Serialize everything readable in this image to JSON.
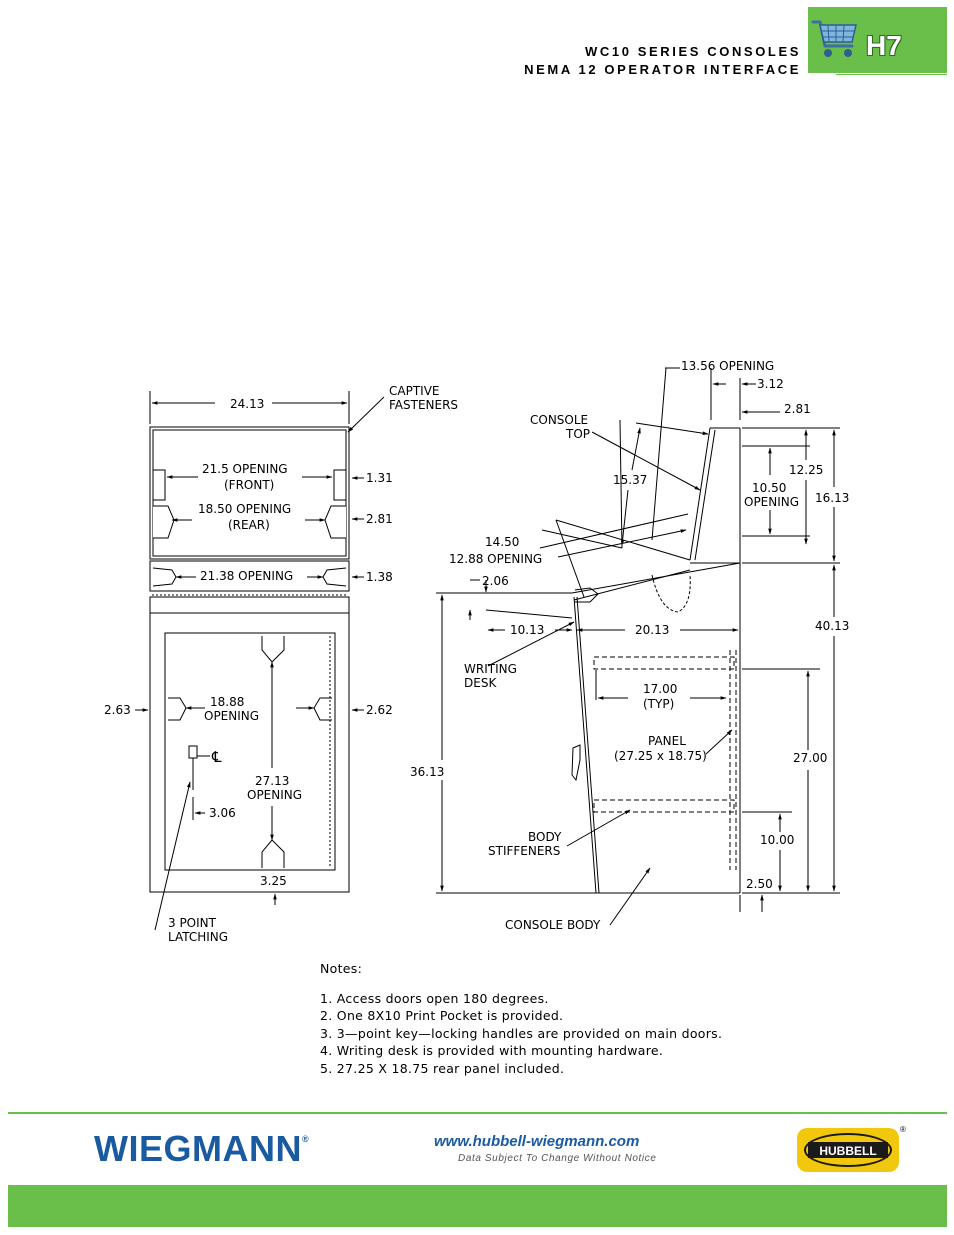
{
  "header": {
    "title_line1": "WC10 SERIES CONSOLES",
    "title_line2": "NEMA 12 OPERATOR INTERFACE",
    "page_badge": "H7",
    "badge_icon": "shopping-cart-icon",
    "badge_color": "#6abf4b"
  },
  "drawing": {
    "front": {
      "width_dim": "24.13",
      "captive_1": "CAPTIVE",
      "captive_2": "FASTENERS",
      "open_front_1": "21.5  OPENING",
      "open_front_2": "(FRONT)",
      "dim_131": "1.31",
      "open_rear_1": "18.50  OPENING",
      "open_rear_2": "(REAR)",
      "dim_281": "2.81",
      "open_2138": "21.38  OPENING",
      "dim_138": "1.38",
      "open_1888_1": "18.88",
      "open_1888_2": "OPENING",
      "dim_263": "2.63",
      "dim_262": "2.62",
      "centerline": "℄",
      "open_2713_1": "27.13",
      "open_2713_2": "OPENING",
      "dim_306": "3.06",
      "dim_325": "3.25",
      "latch_1": "3  POINT",
      "latch_2": "LATCHING"
    },
    "side": {
      "open_1356": "13.56  OPENING",
      "dim_312": "3.12",
      "dim_281": "2.81",
      "console_top_1": "CONSOLE",
      "console_top_2": "TOP",
      "dim_1225": "12.25",
      "open_1050_1": "10.50",
      "open_1050_2": "OPENING",
      "dim_1613": "16.13",
      "dim_1537": "15.37",
      "dim_1450": "14.50",
      "open_1288": "12.88  OPENING",
      "dim_206": "2.06",
      "dim_4013": "40.13",
      "dim_1013": "10.13",
      "dim_2013": "20.13",
      "desk_1": "WRITING",
      "desk_2": "DESK",
      "dim_1700_1": "17.00",
      "dim_1700_2": "(TYP)",
      "panel_1": "PANEL",
      "panel_2": "(27.25 x 18.75)",
      "dim_3613": "36.13",
      "dim_2700": "27.00",
      "stiff_1": "BODY",
      "stiff_2": "STIFFENERS",
      "dim_1000": "10.00",
      "dim_250": "2.50",
      "console_body": "CONSOLE  BODY"
    }
  },
  "notes": {
    "heading": "Notes:",
    "items": [
      "1.  Access  doors  open  180  degrees.",
      "2.  One  8X10  Print  Pocket  is  provided.",
      "3.  3—point  key—locking  handles  are  provided  on  main  doors.",
      "4.  Writing  desk  is  provided  with  mounting  hardware.",
      "5.  27.25  X  18.75  rear  panel  included."
    ]
  },
  "footer": {
    "brand": "WIEGMANN",
    "brand_mark": "®",
    "url": "www.hubbell-wiegmann.com",
    "disclaimer": "Data Subject To Change Without Notice",
    "partner_logo": "HUBBELL",
    "partner_mark": "®",
    "brand_color": "#1a5aa0",
    "accent_color": "#6abf4b"
  }
}
